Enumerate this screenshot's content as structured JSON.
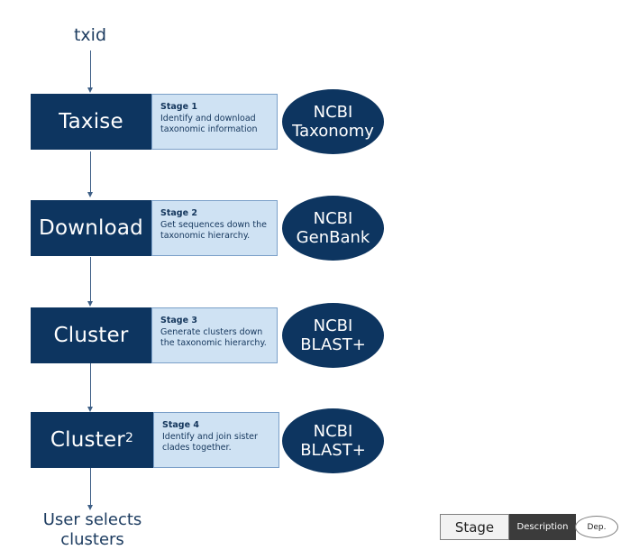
{
  "start_label": "txid",
  "end_label": [
    "User selects",
    "clusters"
  ],
  "stages": [
    {
      "name": "Taxise",
      "number": "Stage 1",
      "description": [
        "Identify and download",
        "taxonomic information"
      ],
      "dependency": [
        "NCBI",
        "Taxonomy"
      ]
    },
    {
      "name": "Download",
      "number": "Stage 2",
      "description": [
        "Get sequences down the",
        "taxonomic hierarchy."
      ],
      "dependency": [
        "NCBI",
        "GenBank"
      ]
    },
    {
      "name": "Cluster",
      "number": "Stage 3",
      "description": [
        "Generate clusters down",
        "the taxonomic hierarchy."
      ],
      "dependency": [
        "NCBI",
        "BLAST+"
      ]
    },
    {
      "name": "Cluster",
      "name_superscript": "2",
      "number": "Stage 4",
      "description": [
        "Identify and join sister",
        "clades together."
      ],
      "dependency": [
        "NCBI",
        "BLAST+"
      ]
    }
  ],
  "legend": {
    "stage": "Stage",
    "description": "Description",
    "dependency": "Dep."
  },
  "colors": {
    "stage_fill": "#0d3560",
    "description_fill": "#cfe2f3",
    "arrow": "#3e5f86",
    "legend_description_fill": "#3b3b3b"
  }
}
